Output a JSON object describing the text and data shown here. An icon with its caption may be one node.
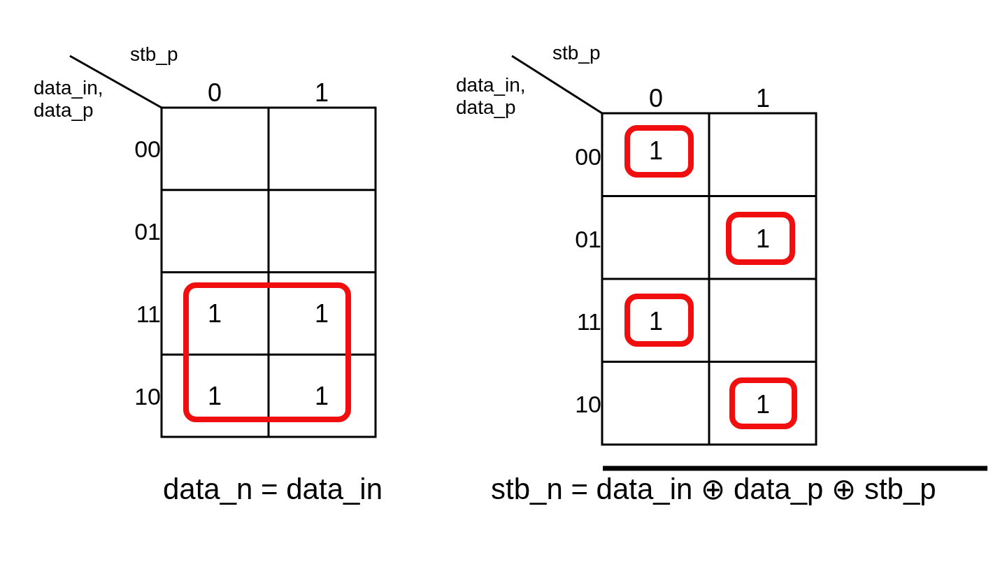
{
  "diagram": {
    "nodes": [
      {
        "text": [
          "1",
          "1",
          "1",
          "1"
        ]
      },
      {
        "text": [
          "1"
        ]
      },
      {
        "text": [
          "1"
        ]
      },
      {
        "text": [
          "1"
        ]
      },
      {
        "text": [
          "1"
        ]
      }
    ],
    "labels": [
      "stb_p",
      "data_in, data_p",
      "0",
      "1",
      "00",
      "01",
      "11",
      "10",
      "data_n = data_in",
      "stb_p",
      "data_in, data_p",
      "0",
      "1",
      "00",
      "01",
      "11",
      "10",
      "stb_n = data_in ⊕ data_p ⊕ stb_p"
    ]
  }
}
